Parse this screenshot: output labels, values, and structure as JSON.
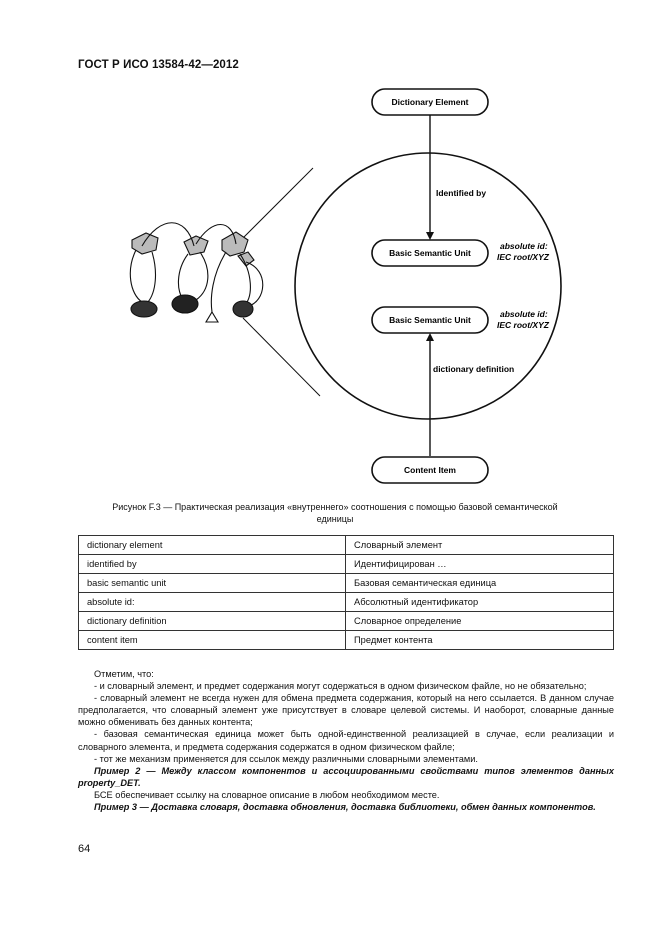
{
  "header": {
    "doc_code": "ГОСТ Р ИСО 13584-42—2012"
  },
  "diagram": {
    "node_dictionary_element": "Dictionary Element",
    "node_bsu_1": "Basic Semantic Unit",
    "node_bsu_2": "Basic Semantic Unit",
    "node_content_item": "Content Item",
    "edge_identified_by": "Identified by",
    "edge_dictionary_definition": "dictionary definition",
    "absolute_id_1_line1": "absolute id:",
    "absolute_id_1_line2": "IEC root/XYZ",
    "absolute_id_2_line1": "absolute id:",
    "absolute_id_2_line2": "IEC root/XYZ"
  },
  "caption": {
    "line1": "Рисунок F.3 — Практическая реализация «внутреннего» соотношения с помощью базовой семантической",
    "line2": "единицы"
  },
  "terms_table": [
    {
      "en": "dictionary element",
      "ru": "Словарный элемент"
    },
    {
      "en": "identified by",
      "ru": "Идентифицирован …"
    },
    {
      "en": "basic semantic unit",
      "ru": "Базовая семантическая единица"
    },
    {
      "en": "absolute id:",
      "ru": "Абсолютный идентификатор"
    },
    {
      "en": "dictionary definition",
      "ru": "Словарное определение"
    },
    {
      "en": "content item",
      "ru": "Предмет контента"
    }
  ],
  "body": {
    "p1": "Отметим, что:",
    "p2": "- и словарный элемент, и предмет содержания могут содержаться в одном физическом файле, но не обязательно;",
    "p3": "- словарный элемент не всегда нужен для обмена предмета содержания, который на него ссылается. В данном случае предполагается, что словарный элемент уже присутствует в словаре целевой системы. И наоборот, словарные данные можно обменивать без данных контента;",
    "p4": "- базовая семантическая единица может быть одной-единственной реализацией в случае, если реализации и словарного элемента, и предмета содержания содержатся в одном физическом файле;",
    "p5": "- тот же механизм применяется для ссылок между различными словарными элементами.",
    "p6": "Пример 2 — Между классом компонентов и ассоциированными свойствами типов элементов данных property_DET.",
    "p7": "БСЕ обеспечивает ссылку на словарное описание в любом необходимом месте.",
    "p8": "Пример 3 — Доставка словаря, доставка обновления, доставка библиотеки, обмен данных компонентов."
  },
  "page_number": "64"
}
